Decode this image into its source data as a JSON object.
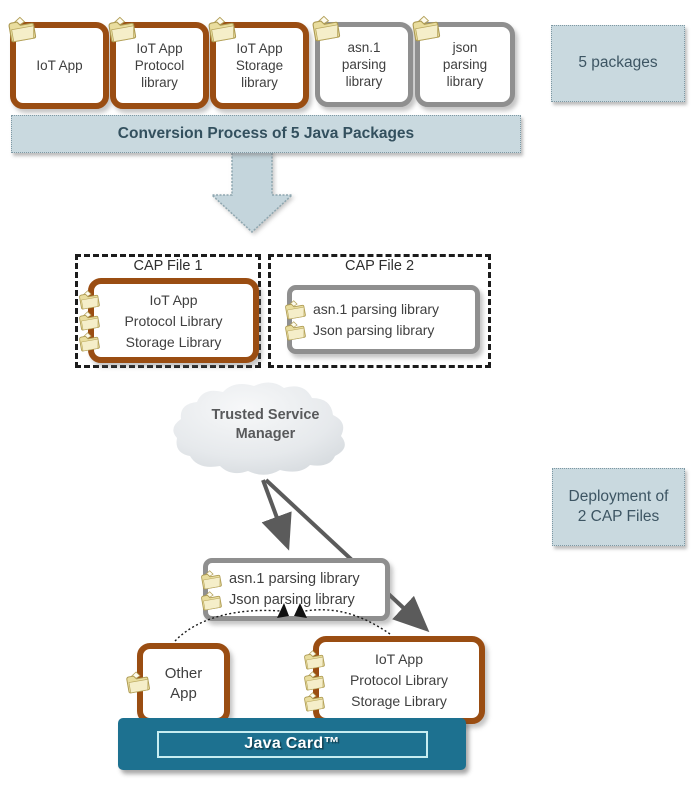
{
  "top_packages": {
    "boxes": [
      {
        "label": "IoT App",
        "variant": "brown"
      },
      {
        "label": "IoT App Protocol library",
        "variant": "brown"
      },
      {
        "label": "IoT App Storage library",
        "variant": "brown"
      },
      {
        "label": "asn.1 parsing library",
        "variant": "gray"
      },
      {
        "label": "json parsing library",
        "variant": "gray"
      }
    ],
    "note": "5 packages"
  },
  "conversion": {
    "banner": "Conversion Process of 5 Java Packages"
  },
  "cap_files": {
    "file1": {
      "title": "CAP File 1",
      "items": [
        "IoT App",
        "Protocol Library",
        "Storage Library"
      ]
    },
    "file2": {
      "title": "CAP File 2",
      "items": [
        "asn.1 parsing library",
        "Json parsing library"
      ]
    }
  },
  "cloud": {
    "label": "Trusted Service Manager"
  },
  "deployment": {
    "note": "Deployment of 2 CAP Files"
  },
  "card": {
    "library_box": {
      "items": [
        "asn.1 parsing library",
        "Json parsing library"
      ]
    },
    "other_app": {
      "label": "Other App"
    },
    "iot_app_box": {
      "items": [
        "IoT App",
        "Protocol Library",
        "Storage Library"
      ]
    },
    "platform": "Java Card™"
  },
  "icons": {
    "folder": "folder-icon"
  },
  "colors": {
    "brown_border": "#9a4d12",
    "gray_border": "#8f8f8f",
    "panel_blue": "#c9d9df",
    "teal": "#1d7190",
    "arrow_gray": "#5b5b5b",
    "folder_fill": "#e9dd9e"
  }
}
